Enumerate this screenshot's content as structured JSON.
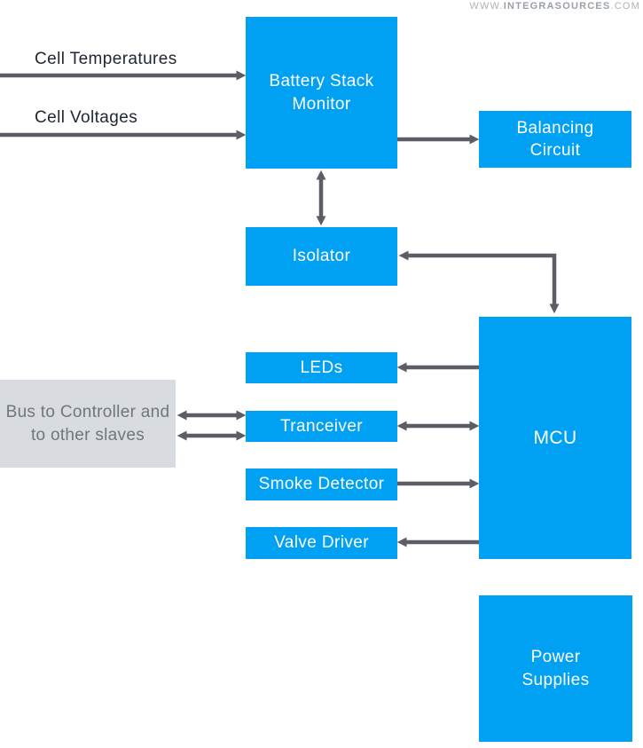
{
  "watermark": {
    "prefix": "WWW.",
    "brand": "INTEGRASOURCES",
    "suffix": ".COM"
  },
  "labels": {
    "cell_temperatures": "Cell Temperatures",
    "cell_voltages": "Cell Voltages"
  },
  "blocks": {
    "battery_stack_monitor": "Battery Stack Monitor",
    "balancing_circuit": "Balancing Circuit",
    "isolator": "Isolator",
    "mcu": "MCU",
    "leds": "LEDs",
    "tranceiver": "Tranceiver",
    "smoke_detector": "Smoke Detector",
    "valve_driver": "Valve Driver",
    "power_supplies": "Power Supplies",
    "bus": "Bus to Controller and to other slaves"
  },
  "colors": {
    "block_blue": "#00A1F2",
    "arrow_gray": "#5B5F65",
    "label_dark": "#202834",
    "bus_background": "#D8DCE1",
    "bus_text": "#6F767E",
    "watermark_gray": "#AEB3B8"
  },
  "connections": [
    {
      "from": "cell-temperatures",
      "to": "battery-stack-monitor",
      "direction": "one-way"
    },
    {
      "from": "cell-voltages",
      "to": "battery-stack-monitor",
      "direction": "one-way"
    },
    {
      "from": "battery-stack-monitor",
      "to": "balancing-circuit",
      "direction": "one-way"
    },
    {
      "from": "battery-stack-monitor",
      "to": "isolator",
      "direction": "two-way"
    },
    {
      "from": "isolator",
      "to": "mcu",
      "direction": "two-way"
    },
    {
      "from": "mcu",
      "to": "leds",
      "direction": "one-way"
    },
    {
      "from": "tranceiver",
      "to": "mcu",
      "direction": "two-way"
    },
    {
      "from": "smoke-detector",
      "to": "mcu",
      "direction": "one-way"
    },
    {
      "from": "mcu",
      "to": "valve-driver",
      "direction": "one-way"
    },
    {
      "from": "bus",
      "to": "tranceiver",
      "direction": "two-way"
    },
    {
      "from": "bus",
      "to": "tranceiver",
      "direction": "two-way"
    }
  ]
}
